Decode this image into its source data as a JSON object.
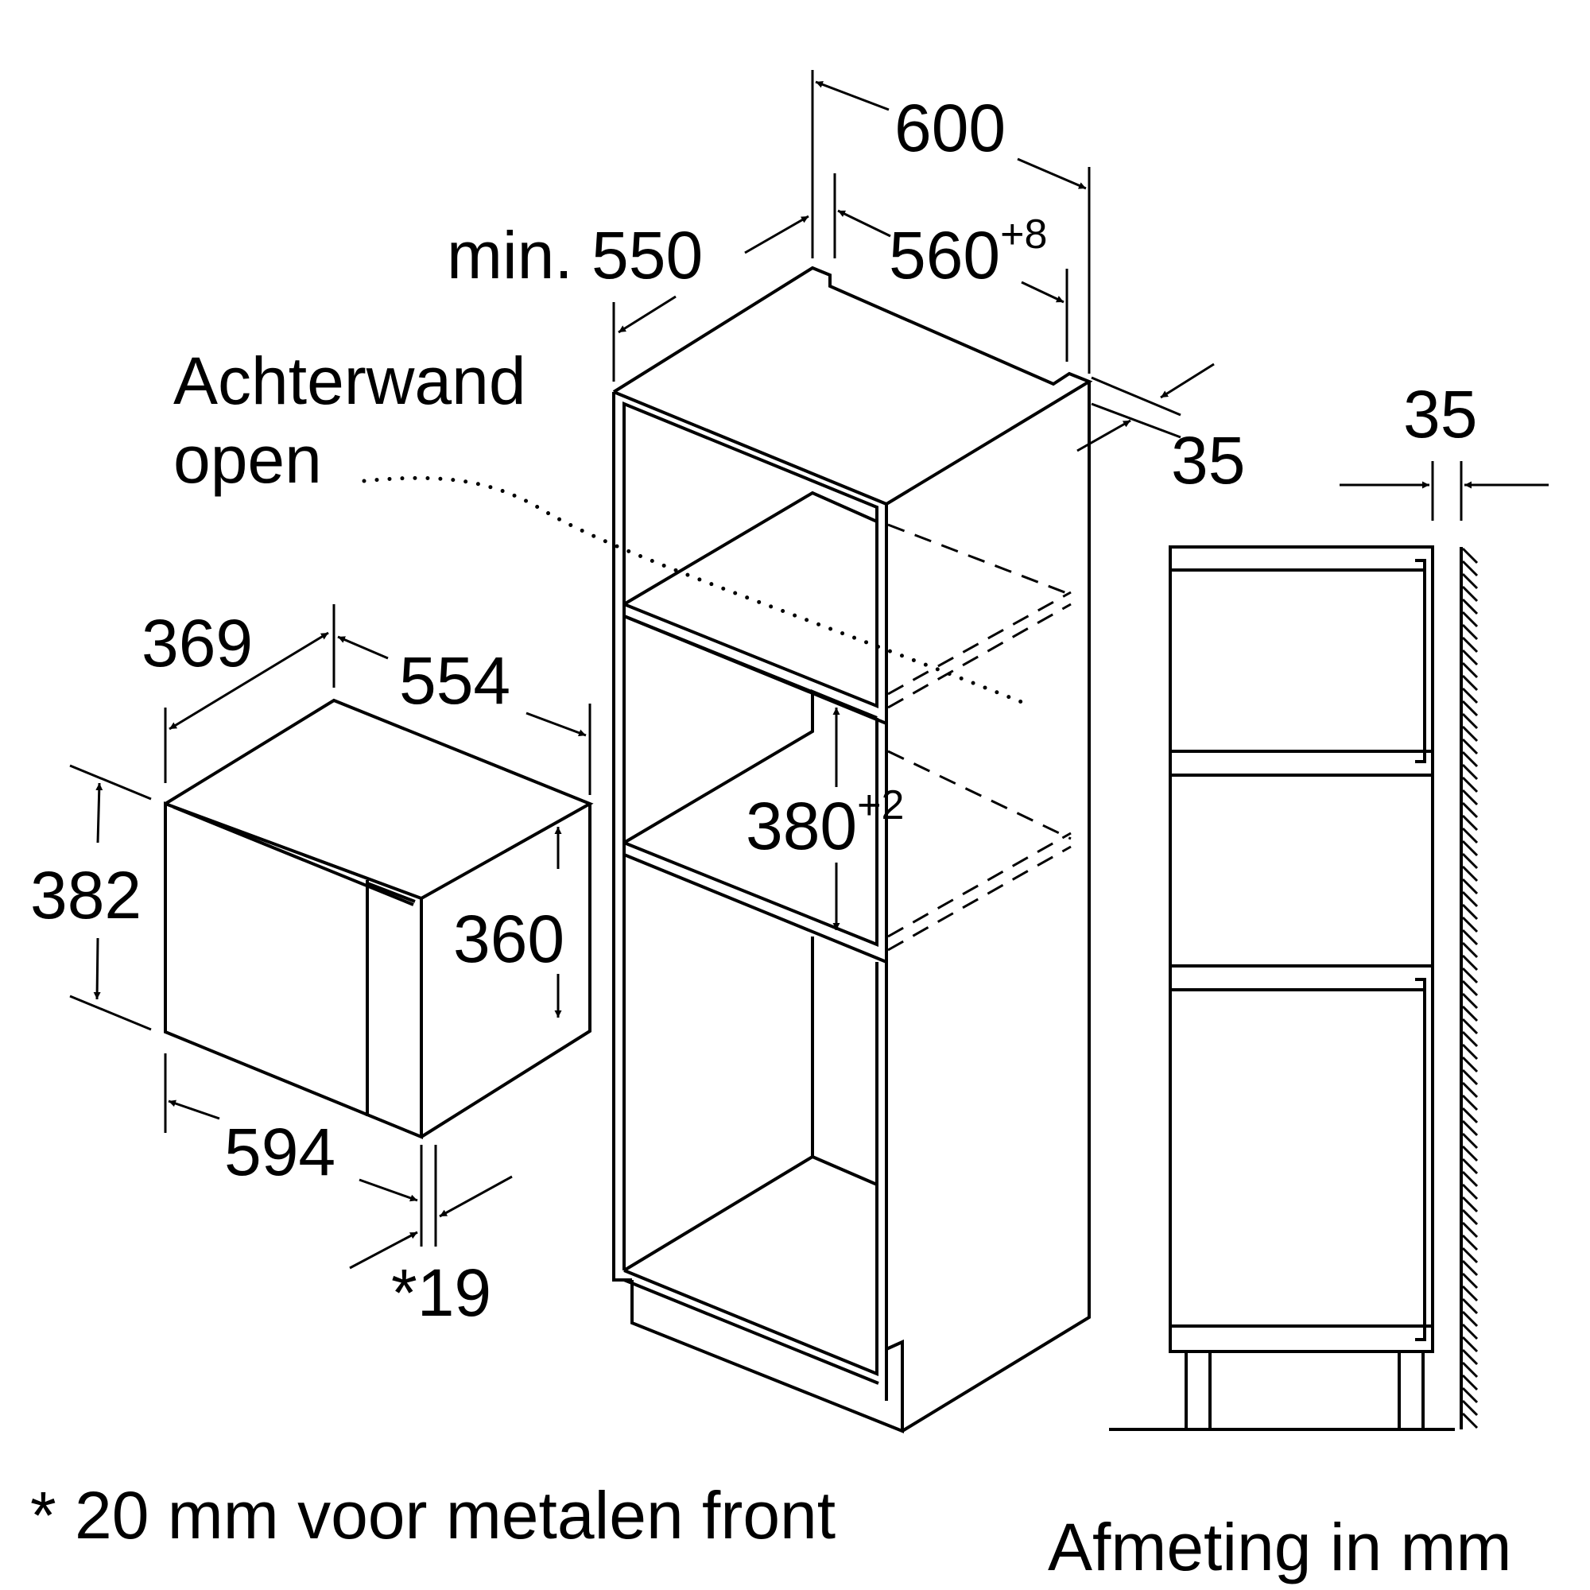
{
  "labels": {
    "d600": "600",
    "min550": "min. 550",
    "d560": "560",
    "d560_tol": "+8",
    "d35_top": "35",
    "d35_right": "35",
    "achterwand_line1": "Achterwand",
    "achterwand_line2": "open",
    "d369": "369",
    "d554": "554",
    "d382": "382",
    "d360": "360",
    "d594": "594",
    "d19": "*19",
    "d380": "380",
    "d380_tol": "+2"
  },
  "footnote": "* 20 mm voor metalen front",
  "units_note": "Afmeting in mm"
}
